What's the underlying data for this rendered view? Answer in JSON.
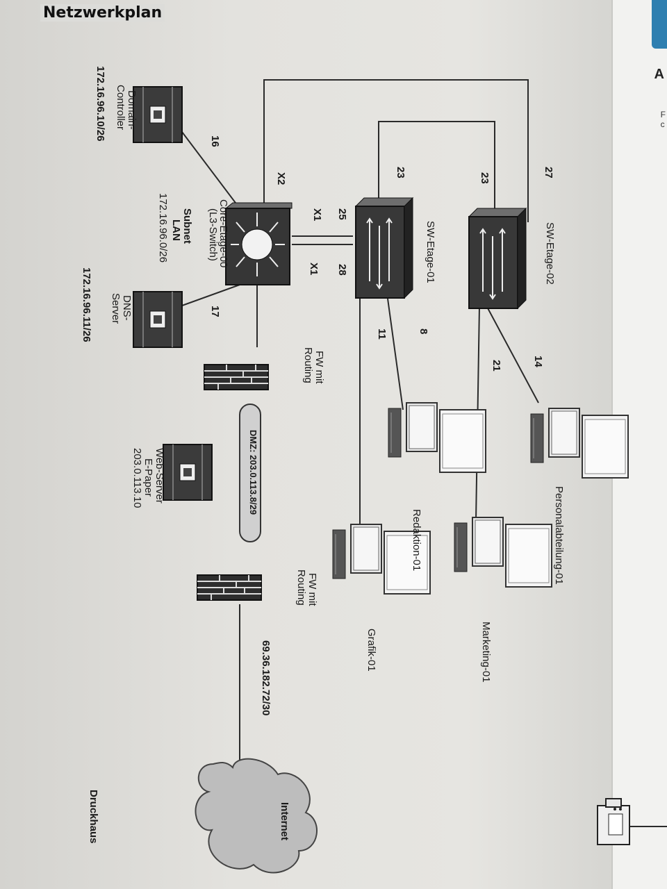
{
  "page": {
    "title": "Netzwerkplan"
  },
  "devices": {
    "core": {
      "name": "Core-Etage-00",
      "type": "(L3-Switch)"
    },
    "sw01": {
      "name": "SW-Etage-01"
    },
    "sw02": {
      "name": "SW-Etage-02"
    },
    "dc": {
      "line1": "Domain-",
      "line2": "Controller",
      "ip": "172.16.96.10/26"
    },
    "dns": {
      "line1": "DNS-",
      "line2": "Server",
      "ip": "172.16.96.11/26"
    },
    "fw_inner": {
      "line1": "FW mit",
      "line2": "Routing"
    },
    "fw_outer": {
      "line1": "FW mit",
      "line2": "Routing"
    },
    "dmz": {
      "label": "DMZ: 203.0.113.8/29"
    },
    "web": {
      "line1": "Web-Server",
      "line2": "E-Paper",
      "ip": "203.0.113.10"
    },
    "wan": {
      "ip": "69.36.182.72/30"
    },
    "internet": {
      "label": "Internet"
    },
    "druckhaus": {
      "label": "Druckhaus"
    }
  },
  "clients": {
    "personal": "Personalabteilung-01",
    "redaktion": "Redaktion-01",
    "marketing": "Marketing-01",
    "grafik": "Grafik-01"
  },
  "subnet": {
    "line1": "Subnet",
    "line2": "LAN",
    "ip": "172.16.96.0/26"
  },
  "ports": {
    "p27": "27",
    "p23a": "23",
    "p23b": "23",
    "p25": "25",
    "p28": "28",
    "x1a": "X1",
    "x1b": "X1",
    "x2": "X2",
    "p16": "16",
    "p17": "17",
    "p8": "8",
    "p11": "11",
    "p14": "14",
    "p21": "21"
  },
  "colors": {
    "line": "#2a2a2a",
    "device": "#3a3a3a",
    "pipe": "#cfcfcf"
  }
}
